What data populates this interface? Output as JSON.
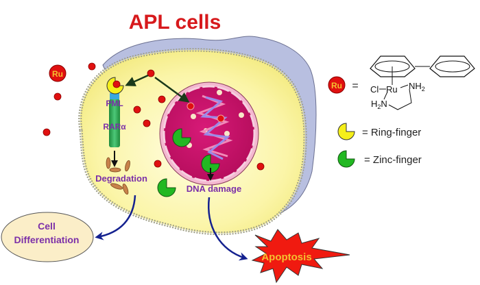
{
  "title": "APL cells",
  "colors": {
    "title": "#d7191c",
    "label_purple": "#7b2fa8",
    "cytoplasm": "#fbf5a8",
    "nucleus": "#c8146a",
    "ru_red": "#e01010",
    "ring_finger": "#f5ef1a",
    "zinc_finger": "#22b822",
    "rara_green": "#2fae5a",
    "pml_blue": "#3aa8e0",
    "arrow_navy": "#14218f",
    "apoptosis_red": "#f01a10",
    "apoptosis_text": "#f5c030",
    "differentiation_fill": "#fbeec8"
  },
  "cell": {
    "labels": {
      "pml": "PML",
      "rara": "RARα",
      "degradation": "Degradation",
      "dna_damage": "DNA damage"
    },
    "ru_particle_label": "Ru"
  },
  "legend": {
    "ru_symbol": "Ru",
    "equals": "=",
    "structure": {
      "cl": "Cl",
      "ru": "Ru",
      "nh2_top": "NH",
      "nh2_top_sub": "2",
      "h2n_left": "H",
      "h2n_left_sub": "2",
      "h2n_left_n": "N"
    },
    "items": [
      {
        "icon": "ring-finger-icon",
        "label": "= Ring-finger"
      },
      {
        "icon": "zinc-finger-icon",
        "label": "= Zinc-finger"
      }
    ]
  },
  "outcomes": {
    "differentiation_line1": "Cell",
    "differentiation_line2": "Differentiation",
    "apoptosis": "Apoptosis"
  }
}
